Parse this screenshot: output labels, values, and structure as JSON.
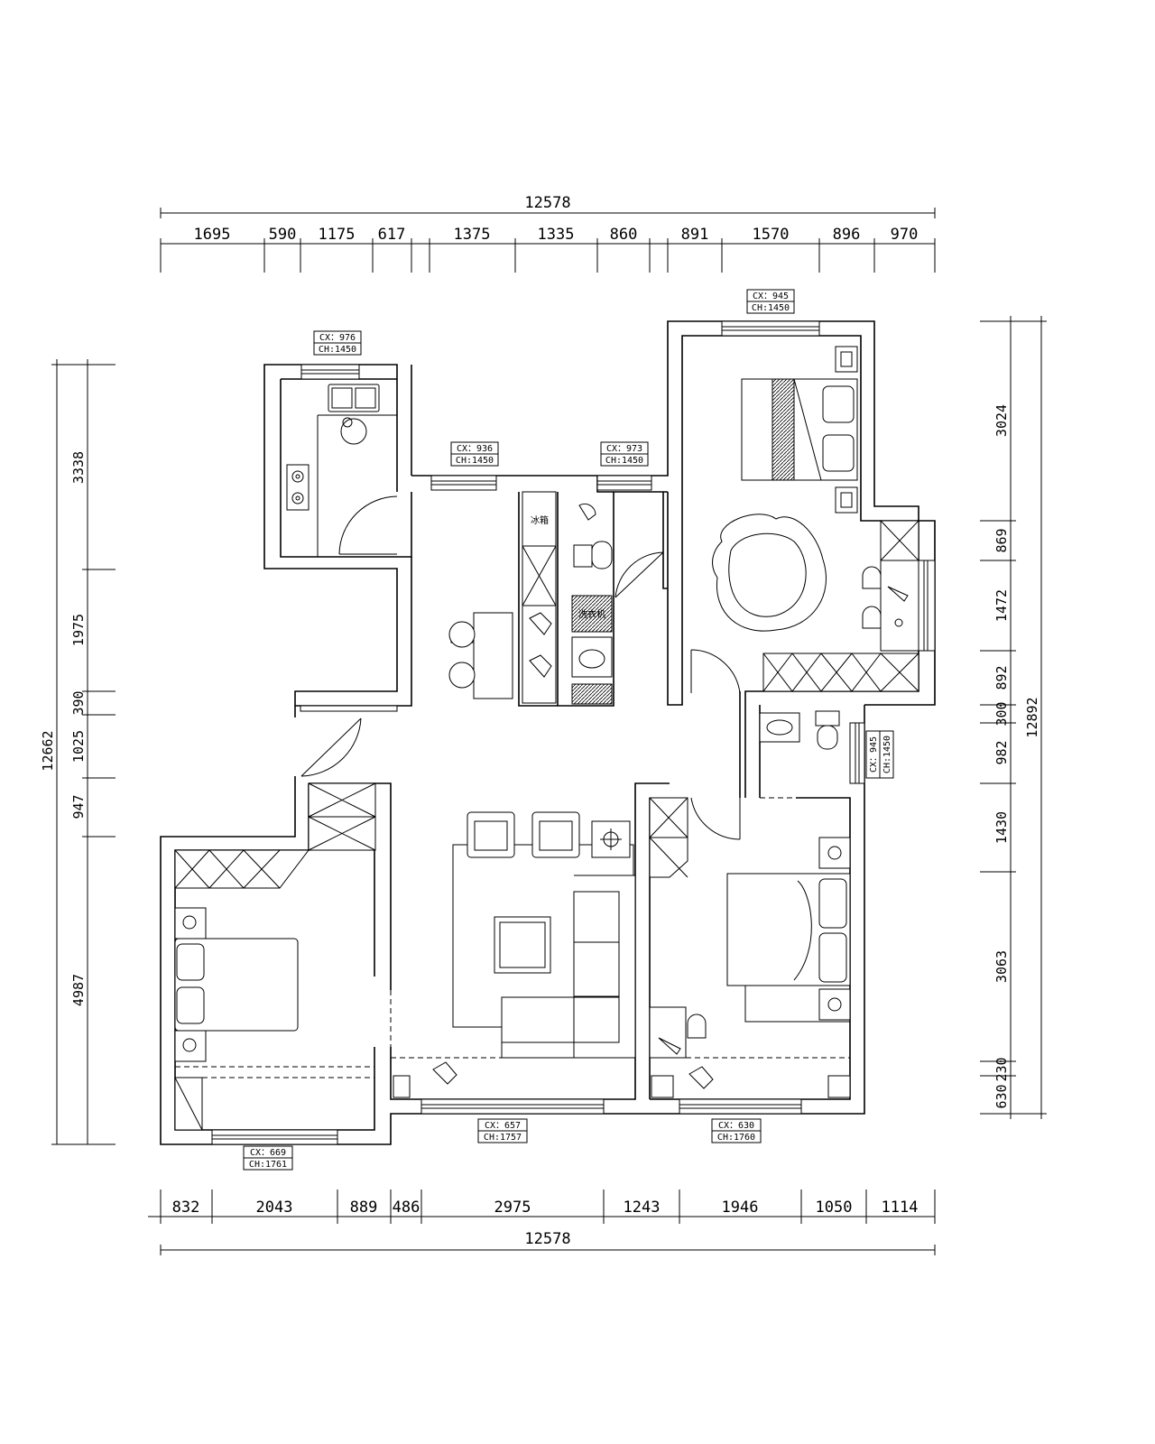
{
  "top_dimensions": {
    "total": "12578",
    "segments": [
      "1695",
      "590",
      "1175",
      "617",
      "1375",
      "1335",
      "860",
      "891",
      "1570",
      "896",
      "970"
    ]
  },
  "bottom_dimensions": {
    "total": "12578",
    "segments": [
      "832",
      "2043",
      "889",
      "486",
      "2975",
      "1243",
      "1946",
      "1050",
      "1114"
    ]
  },
  "left_dimensions": {
    "total": "12662",
    "segments": [
      "3338",
      "1975",
      "390",
      "1025",
      "947",
      "4987"
    ]
  },
  "right_dimensions": {
    "total": "12892",
    "segments": [
      "3024",
      "869",
      "1472",
      "892",
      "300",
      "982",
      "1430",
      "3063",
      "230",
      "630"
    ]
  },
  "window_tags": [
    {
      "cx": "CX：976",
      "ch": "CH:1450"
    },
    {
      "cx": "CX：936",
      "ch": "CH:1450"
    },
    {
      "cx": "CX：973",
      "ch": "CH:1450"
    },
    {
      "cx": "CX：945",
      "ch": "CH:1450"
    },
    {
      "cx": "CX：945",
      "ch": "CH:1450"
    },
    {
      "cx": "CX：669",
      "ch": "CH:1761"
    },
    {
      "cx": "CX：657",
      "ch": "CH:1757"
    },
    {
      "cx": "CX：630",
      "ch": "CH:1760"
    }
  ],
  "fixture_labels": {
    "fridge": "冰箱",
    "washer": "洗衣机"
  }
}
